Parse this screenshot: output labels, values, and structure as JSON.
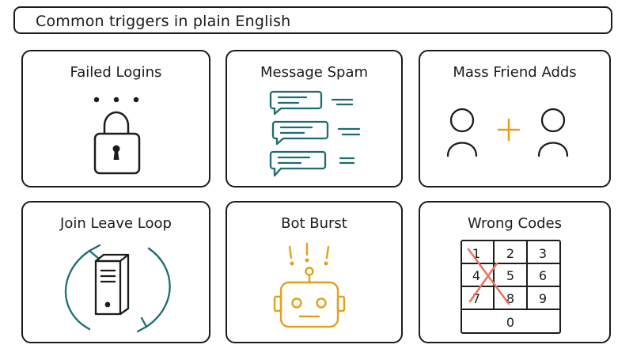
{
  "header": {
    "title": "Common triggers in plain English"
  },
  "cards": [
    {
      "title": "Failed Logins",
      "icon": "padlock-icon"
    },
    {
      "title": "Message Spam",
      "icon": "chat-bubbles-icon"
    },
    {
      "title": "Mass Friend Adds",
      "icon": "people-plus-icon"
    },
    {
      "title": "Join Leave Loop",
      "icon": "server-cycle-icon"
    },
    {
      "title": "Bot Burst",
      "icon": "robot-alert-icon"
    },
    {
      "title": "Wrong Codes",
      "icon": "keypad-icon"
    }
  ],
  "keypad": {
    "keys": [
      "1",
      "2",
      "3",
      "4",
      "5",
      "6",
      "7",
      "8",
      "9",
      "0"
    ]
  },
  "colors": {
    "ink": "#1c1c1c",
    "teal": "#1f6b73",
    "orange": "#e0a21c",
    "red": "#e8785f"
  }
}
